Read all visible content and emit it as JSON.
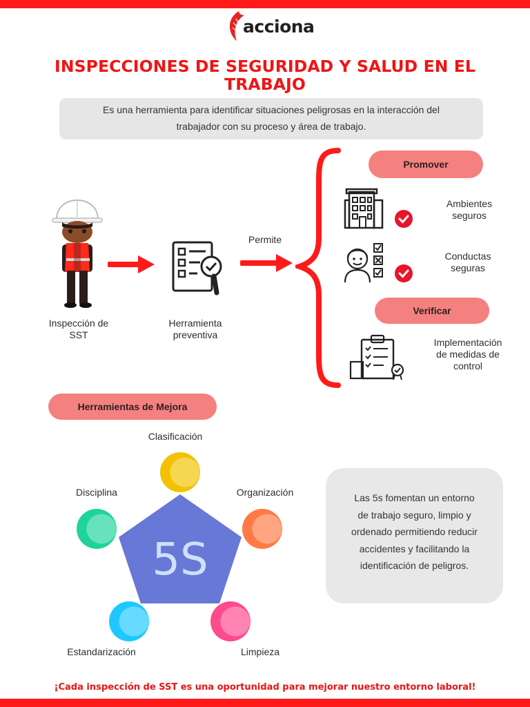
{
  "brand": {
    "name": "acciona"
  },
  "title": {
    "line1": "INSPECCIONES DE SEGURIDAD Y SALUD EN EL",
    "line2": "TRABAJO"
  },
  "intro": {
    "line1": "Es una herramienta para identificar situaciones peligrosas en la interacción del",
    "line2": "trabajador con su proceso y área de trabajo."
  },
  "flow": {
    "inspection_label": [
      "Inspección de",
      "SST"
    ],
    "tool_label": [
      "Herramienta",
      "preventiva"
    ],
    "connector": "Permite"
  },
  "promover": {
    "heading": "Promover",
    "items": [
      {
        "label": [
          "Ambientes",
          "seguros"
        ],
        "icon": "building-icon"
      },
      {
        "label": [
          "Conductas",
          "seguras"
        ],
        "icon": "worker-checklist-icon"
      }
    ]
  },
  "verificar": {
    "heading": "Verificar",
    "item": {
      "label": [
        "Implementación",
        "de medidas de",
        "control"
      ],
      "icon": "clipboard-check-icon"
    }
  },
  "mejora": {
    "heading": "Herramientas de Mejora",
    "center": "5S",
    "steps": [
      {
        "label": "Clasificación",
        "color": "#f2c200"
      },
      {
        "label": "Organización",
        "color": "#ff7a45"
      },
      {
        "label": "Limpieza",
        "color": "#ff4a8d"
      },
      {
        "label": "Estandarización",
        "color": "#1ec8ff"
      },
      {
        "label": "Disciplina",
        "color": "#1fd49a"
      }
    ],
    "pentagon_color": "#6878d6",
    "note": [
      "Las 5s fomentan un entorno",
      "de trabajo seguro, limpio y",
      "ordenado permitiendo reducir",
      "accidentes y facilitando la",
      "identificación de peligros."
    ]
  },
  "footer": "¡Cada inspección de SST es una oportunidad para mejorar nuestro entorno laboral!",
  "colors": {
    "accent": "#ff1a1a",
    "pill": "#f58080",
    "panel": "#e6e6e6"
  }
}
